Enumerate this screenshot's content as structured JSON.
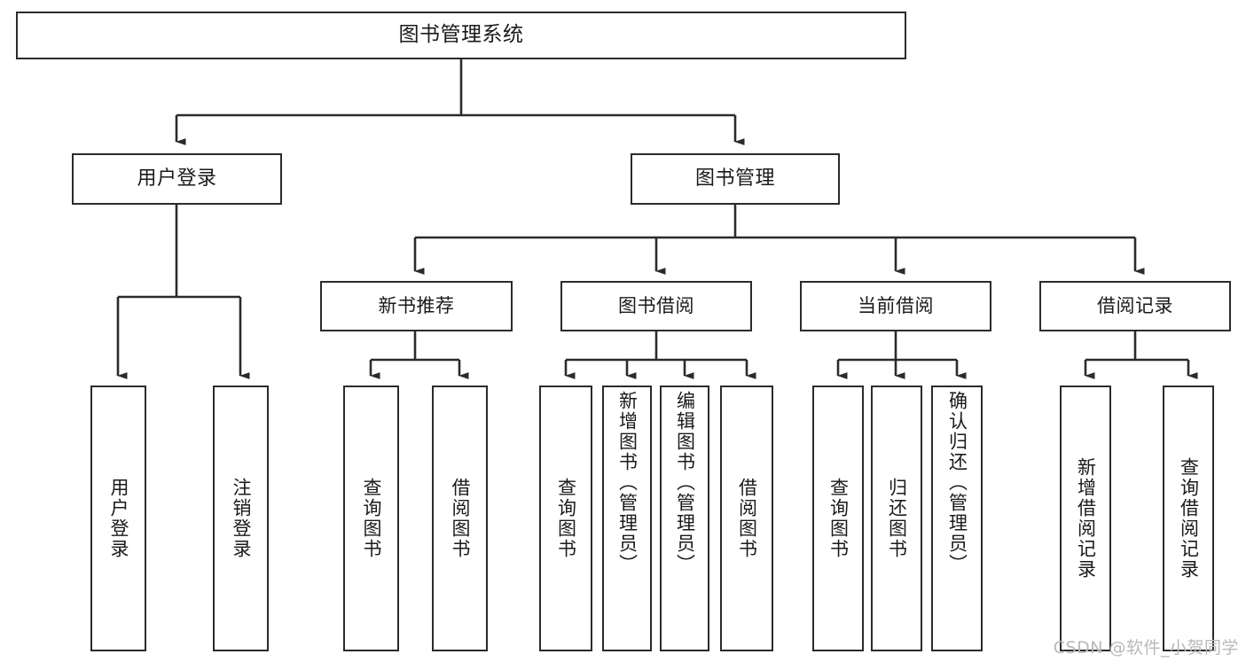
{
  "diagram": {
    "type": "tree-hierarchy-chart",
    "title": "图书管理系统",
    "stroke_color": "#2b2b2b",
    "fill_color": "#ffffff",
    "text_color": "#1a1a1a"
  },
  "root": {
    "label": "图书管理系统"
  },
  "level2": [
    {
      "label": "用户登录"
    },
    {
      "label": "图书管理"
    }
  ],
  "level3": [
    {
      "label": "新书推荐"
    },
    {
      "label": "图书借阅"
    },
    {
      "label": "当前借阅"
    },
    {
      "label": "借阅记录"
    }
  ],
  "leaves": {
    "user_login": [
      {
        "label": "用户登录"
      },
      {
        "label": "注销登录"
      }
    ],
    "new_book_recommend": [
      {
        "label": "查询图书"
      },
      {
        "label": "借阅图书"
      }
    ],
    "book_borrow": [
      {
        "label": "查询图书"
      },
      {
        "label": "新增图书（管理员）"
      },
      {
        "label": "编辑图书（管理员）"
      },
      {
        "label": "借阅图书"
      }
    ],
    "current_borrow": [
      {
        "label": "查询图书"
      },
      {
        "label": "归还图书"
      },
      {
        "label": "确认归还（管理员）"
      }
    ],
    "borrow_record": [
      {
        "label": "新增借阅记录"
      },
      {
        "label": "查询借阅记录"
      }
    ]
  },
  "watermark": {
    "text": "CSDN @软件_小贺同学"
  }
}
